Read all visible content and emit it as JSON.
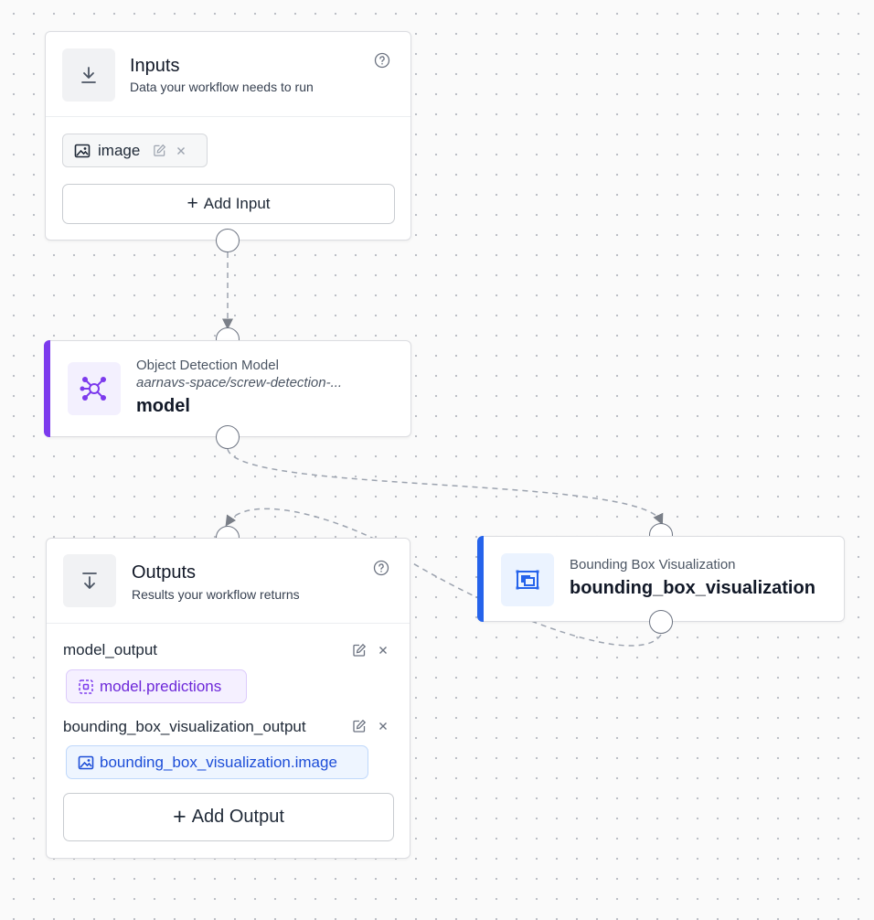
{
  "inputs_node": {
    "title": "Inputs",
    "subtitle": "Data your workflow needs to run",
    "input_chip_label": "image",
    "add_input_label": "Add Input",
    "add_icon": "+"
  },
  "model_node": {
    "type_label": "Object Detection Model",
    "model_id": "aarnavs-space/screw-detection-...",
    "name": "model",
    "accent_color": "#7c3aed"
  },
  "viz_node": {
    "type_label": "Bounding Box Visualization",
    "name": "bounding_box_visualization",
    "accent_color": "#2563eb"
  },
  "outputs_node": {
    "title": "Outputs",
    "subtitle": "Results your workflow returns",
    "outputs": [
      {
        "name": "model_output",
        "ref": "model.predictions"
      },
      {
        "name": "bounding_box_visualization_output",
        "ref": "bounding_box_visualization.image"
      }
    ],
    "add_output_label": "Add Output",
    "add_icon": "+"
  }
}
